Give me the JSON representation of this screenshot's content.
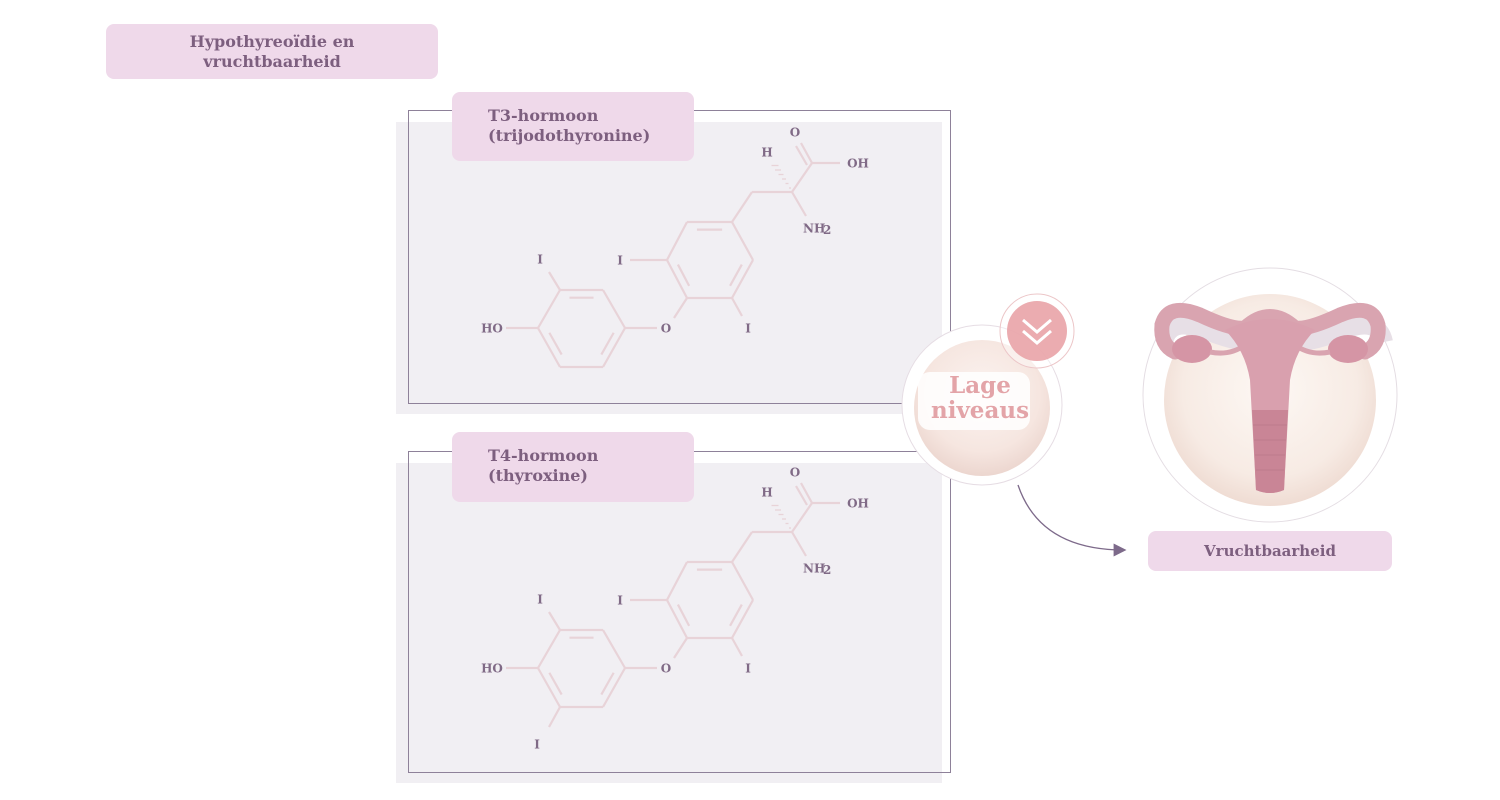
{
  "title": {
    "line1": "Hypothyreoïdie en",
    "line2": "vruchtbaarheid"
  },
  "hormones": [
    {
      "name_line1": "T3-hormoon",
      "name_line2": "(trijodothyronine)",
      "atoms": {
        "o_carbonyl": "O",
        "oh": "OH",
        "h": "H",
        "nh2": "NH",
        "nh2_sub": "2",
        "i_ring1_left": "I",
        "i_ring1_right": "I",
        "ether_o": "O",
        "i_ring2_top": "I",
        "ho": "HO"
      }
    },
    {
      "name_line1": "T4-hormoon",
      "name_line2": "(thyroxine)",
      "atoms": {
        "o_carbonyl": "O",
        "oh": "OH",
        "h": "H",
        "nh2": "NH",
        "nh2_sub": "2",
        "i_ring1_left": "I",
        "i_ring1_right": "I",
        "ether_o": "O",
        "i_ring2_top": "I",
        "ho": "HO",
        "i_ring2_bottom": "I"
      }
    }
  ],
  "status": {
    "line1": "Lage",
    "line2": "niveaus",
    "icon": "double-chevron-down-icon"
  },
  "outcome": {
    "label": "Vruchtbaarheid",
    "icon": "uterus-icon"
  },
  "colors": {
    "accent_pink": "#efd9ea",
    "text_purple": "#7d5f7f",
    "bond": "#e8d3d8",
    "low": "#e8a3a8"
  }
}
